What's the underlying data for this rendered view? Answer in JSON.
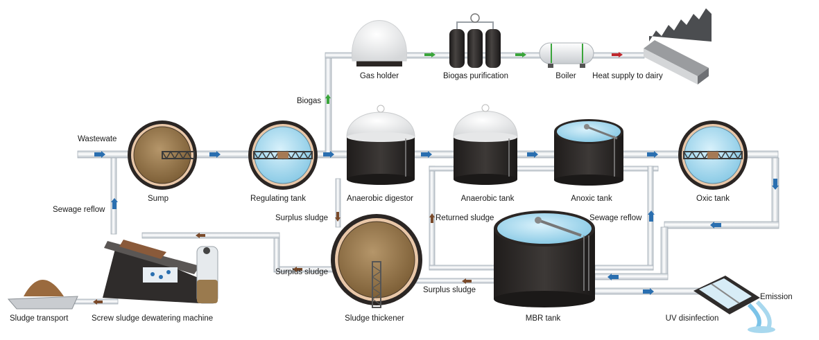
{
  "labels": {
    "wastewater": "Wastewate",
    "sump": "Sump",
    "regulating_tank": "Regulating tank",
    "anaerobic_digestor": "Anaerobic digestor",
    "anaerobic_tank": "Anaerobic tank",
    "anoxic_tank": "Anoxic tank",
    "oxic_tank": "Oxic tank",
    "gas_holder": "Gas holder",
    "biogas_purification": "Biogas purification",
    "boiler": "Boiler",
    "heat_supply": "Heat supply to dairy",
    "biogas": "Biogas",
    "sewage_reflow_left": "Sewage reflow",
    "surplus_sludge_1": "Surplus sludge",
    "surplus_sludge_2": "Surplus sludge",
    "surplus_sludge_3": "Surplus sludge",
    "returned_sludge": "Returned sludge",
    "sewage_reflow_right": "Sewage reflow",
    "sludge_transport": "Sludge transport",
    "screw_dewatering": "Screw sludge dewatering machine",
    "sludge_thickener": "Sludge thickener",
    "mbr_tank": "MBR tank",
    "uv_disinfection": "UV disinfection",
    "emission": "Emission"
  },
  "colors": {
    "pipe": "#e4e8ec",
    "pipe_edge": "#a9b2ba",
    "water_arrow": "#2a6fb0",
    "gas_arrow": "#3aa53a",
    "heat_arrow": "#c0282d",
    "sludge_arrow": "#7a4a2a",
    "tank_dark": "#2f2c2b",
    "dome": "#f3f3f3",
    "ring": "#2b2624",
    "ring_inner": "#e9c7a8",
    "brown_water": "#9a7a4e",
    "blue_water": "#a8d8ee"
  }
}
